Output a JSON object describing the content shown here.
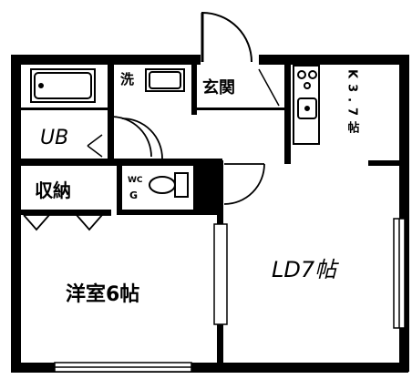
{
  "plan": {
    "rooms": {
      "ub": "UB",
      "storage": "収納",
      "washroom": "洗",
      "entrance": "玄関",
      "western_room": "洋室6帖",
      "ld": "LD7帖",
      "kitchen": "K3.7帖",
      "toilet_a": "WC",
      "toilet_b": "G"
    }
  },
  "colors": {
    "wall": "#000000",
    "floor": "#ffffff"
  }
}
